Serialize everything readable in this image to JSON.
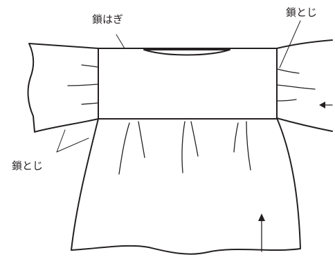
{
  "labels": {
    "top_center": "鎖はぎ",
    "top_right": "鎖とじ",
    "bottom_left": "鎖とじ"
  }
}
